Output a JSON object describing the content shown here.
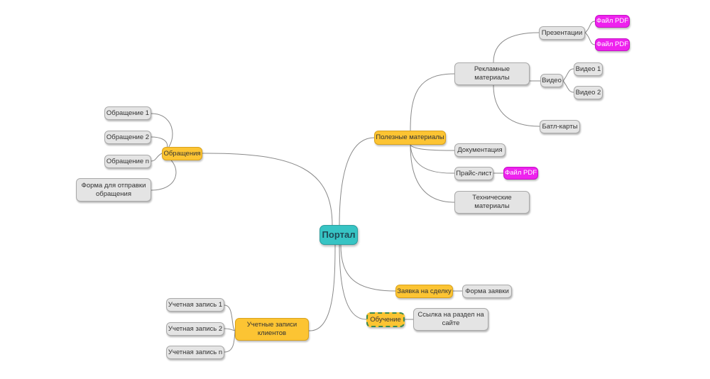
{
  "mindmap": {
    "root": "Портал",
    "right": {
      "useful": "Полезные материалы",
      "ads": "Рекламные материалы",
      "presentations": "Презентации",
      "pdf": "Файл PDF",
      "video": "Видео",
      "video1": "Видео 1",
      "video2": "Видео 2",
      "battlecards": "Батл-карты",
      "docs": "Документация",
      "pricelist": "Прайс-лист",
      "tech": "Технические материалы",
      "deal": "Заявка на сделку",
      "deal_form": "Форма заявки",
      "training": "Обучение",
      "training_link": "Ссылка на раздел на сайте"
    },
    "left": {
      "requests": "Обращения",
      "req1": "Обращение 1",
      "req2": "Обращение 2",
      "reqn": "Обращение n",
      "req_form": "Форма для отправки обращения",
      "accounts": "Учетные записи клиентов",
      "acc1": "Учетная запись 1",
      "acc2": "Учетная запись 2",
      "accn": "Учетная запись n"
    }
  },
  "colors": {
    "root": "#37c4c4",
    "main_branch": "#fcc433",
    "sub_node": "#e4e4e4",
    "pdf_node": "#ee22ee",
    "link": "#888888"
  }
}
